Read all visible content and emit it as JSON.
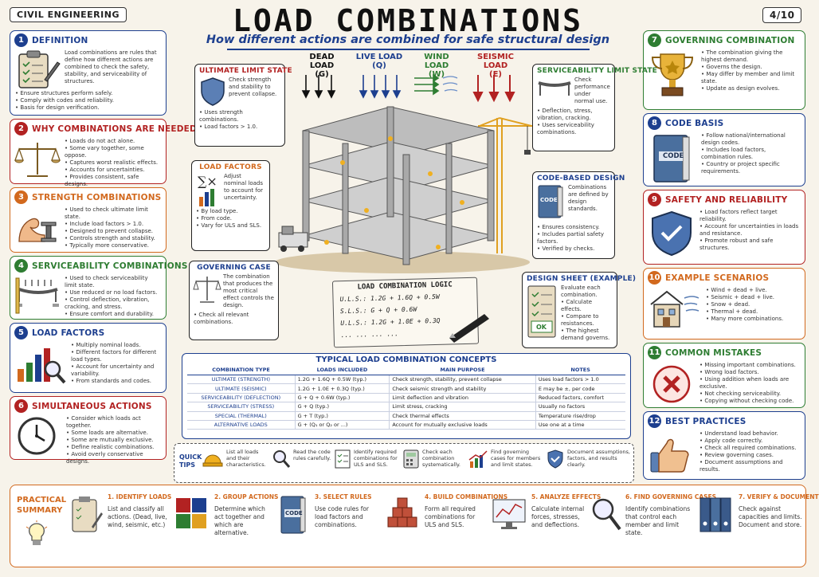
{
  "header": {
    "tag": "CIVIL ENGINEERING",
    "title": "LOAD COMBINATIONS",
    "subtitle": "How different actions are combined for safe structural design",
    "page": "4/10"
  },
  "colors": {
    "blue": "#1d3f8f",
    "red": "#b22222",
    "orange": "#d2691e",
    "green": "#2e7d32"
  },
  "left": [
    {
      "num": "1",
      "title": "DEFINITION",
      "icon": "clipboard-icon",
      "desc": "Load combinations are rules that define how different actions are combined to check the safety, stability, and serviceability of structures.",
      "items": [
        "Ensure structures perform safely.",
        "Comply with codes and reliability.",
        "Basis for design verification."
      ]
    },
    {
      "num": "2",
      "title": "WHY COMBINATIONS ARE NEEDED",
      "icon": "balance-scale-icon",
      "items": [
        "Loads do not act alone.",
        "Some vary together, some oppose.",
        "Captures worst realistic effects.",
        "Accounts for uncertainties.",
        "Provides consistent, safe designs."
      ]
    },
    {
      "num": "3",
      "title": "STRENGTH COMBINATIONS",
      "icon": "strong-arm-icon",
      "items": [
        "Used to check ultimate limit state.",
        "Include load factors > 1.0.",
        "Designed to prevent collapse.",
        "Controls strength and stability.",
        "Typically more conservative."
      ]
    },
    {
      "num": "4",
      "title": "SERVICEABILITY COMBINATIONS",
      "icon": "beam-deflection-icon",
      "items": [
        "Used to check serviceability limit state.",
        "Use reduced or no load factors.",
        "Control deflection, vibration, cracking, and stress.",
        "Ensure comfort and durability."
      ]
    },
    {
      "num": "5",
      "title": "LOAD FACTORS",
      "icon": "bar-chart-magnifier-icon",
      "items": [
        "Multiply nominal loads.",
        "Different factors for different load types.",
        "Account for uncertainty and variability.",
        "From standards and codes."
      ]
    },
    {
      "num": "6",
      "title": "SIMULTANEOUS ACTIONS",
      "icon": "clock-icon",
      "items": [
        "Consider which loads act together.",
        "Some loads are alternative.",
        "Some are mutually exclusive.",
        "Define realistic combinations.",
        "Avoid overly conservative designs."
      ]
    }
  ],
  "right": [
    {
      "num": "7",
      "title": "GOVERNING COMBINATION",
      "icon": "trophy-icon",
      "items": [
        "The combination giving the highest demand.",
        "Governs the design.",
        "May differ by member and limit state.",
        "Update as design evolves."
      ]
    },
    {
      "num": "8",
      "title": "CODE BASIS",
      "icon": "code-book-icon",
      "book": "CODE",
      "items": [
        "Follow national/international design codes.",
        "Includes load factors, combination rules.",
        "Country or project specific requirements."
      ]
    },
    {
      "num": "9",
      "title": "SAFETY AND RELIABILITY",
      "icon": "shield-check-icon",
      "items": [
        "Load factors reflect target reliability.",
        "Account for uncertainties in loads and resistance.",
        "Promote robust and safe structures."
      ]
    },
    {
      "num": "10",
      "title": "EXAMPLE SCENARIOS",
      "icon": "house-wind-icon",
      "items": [
        "Wind + dead + live.",
        "Seismic + dead + live.",
        "Snow + dead.",
        "Thermal + dead.",
        "Many more combinations."
      ]
    },
    {
      "num": "11",
      "title": "COMMON MISTAKES",
      "icon": "x-mark-icon",
      "items": [
        "Missing important combinations.",
        "Wrong load factors.",
        "Using addition when loads are exclusive.",
        "Not checking serviceability.",
        "Copying without checking code."
      ]
    },
    {
      "num": "12",
      "title": "BEST PRACTICES",
      "icon": "thumbs-up-icon",
      "items": [
        "Understand load behavior.",
        "Apply code correctly.",
        "Check all required combinations.",
        "Review governing cases.",
        "Document assumptions and results."
      ]
    }
  ],
  "loads": [
    {
      "name": "DEAD LOAD",
      "sym": "(G)"
    },
    {
      "name": "LIVE LOAD",
      "sym": "(Q)"
    },
    {
      "name": "WIND LOAD",
      "sym": "(W)"
    },
    {
      "name": "SEISMIC LOAD",
      "sym": "(E)"
    }
  ],
  "callouts": {
    "uls": {
      "title": "ULTIMATE LIMIT STATE",
      "desc": "Check strength and stability to prevent collapse.",
      "items": [
        "Uses strength combinations.",
        "Load factors > 1.0."
      ]
    },
    "lf": {
      "title": "LOAD FACTORS",
      "desc": "Adjust nominal loads to account for uncertainty.",
      "items": [
        "By load type.",
        "From code.",
        "Vary for ULS and SLS."
      ]
    },
    "gc": {
      "title": "GOVERNING CASE",
      "desc": "The combination that produces the most critical effect controls the design.",
      "items": [
        "Check all relevant combinations."
      ]
    },
    "sls": {
      "title": "SERVICEABILITY LIMIT STATE",
      "desc": "Check performance under normal use.",
      "items": [
        "Deflection, stress, vibration, cracking.",
        "Uses serviceability combinations."
      ]
    },
    "cbd": {
      "title": "CODE-BASED DESIGN",
      "book": "CODE",
      "desc": "Combinations are defined by design standards.",
      "items": [
        "Ensures consistency.",
        "Includes partial safety factors.",
        "Verified by checks."
      ]
    },
    "ds": {
      "title": "DESIGN SHEET (EXAMPLE)",
      "ok": "OK",
      "desc": "Evaluate each combination.",
      "items": [
        "Calculate effects.",
        "Compare to resistances.",
        "The highest demand governs."
      ]
    }
  },
  "logic": {
    "title": "LOAD COMBINATION LOGIC",
    "rows": [
      "U.L.S.: 1.2G + 1.6Q + 0.5W",
      "S.L.S.:  G + Q + 0.6W",
      "U.L.S.: 1.2G + 1.0E + 0.3Q",
      "...    ...    ...    ..."
    ]
  },
  "table": {
    "title": "TYPICAL LOAD COMBINATION CONCEPTS",
    "headers": [
      "COMBINATION TYPE",
      "LOADS INCLUDED",
      "MAIN PURPOSE",
      "NOTES"
    ],
    "rows": [
      [
        "ULTIMATE (STRENGTH)",
        "1.2G + 1.6Q + 0.5W   (typ.)",
        "Check strength, stability, prevent collapse",
        "Uses load factors > 1.0"
      ],
      [
        "ULTIMATE (SEISMIC)",
        "1.2G + 1.0E + 0.3Q   (typ.)",
        "Check seismic strength and stability",
        "E may be ±, per code"
      ],
      [
        "SERVICEABILITY (DEFLECTION)",
        "G + Q + 0.6W   (typ.)",
        "Limit deflection and vibration",
        "Reduced factors, comfort"
      ],
      [
        "SERVICEABILITY (STRESS)",
        "G + Q   (typ.)",
        "Limit stress, cracking",
        "Usually no factors"
      ],
      [
        "SPECIAL (THERMAL)",
        "G + T   (typ.)",
        "Check thermal effects",
        "Temperature rise/drop"
      ],
      [
        "ALTERNATIVE LOADS",
        "G + (Q₁ or Q₂ or ...)",
        "Account for mutually exclusive loads",
        "Use one at a time"
      ]
    ]
  },
  "tips": {
    "label": "QUICK TIPS",
    "items": [
      {
        "icon": "hard-hat-icon",
        "text": "List all loads and their characteristics."
      },
      {
        "icon": "magnifier-icon",
        "text": "Read the code rules carefully."
      },
      {
        "icon": "checklist-icon",
        "text": "Identify required combinations for ULS and SLS."
      },
      {
        "icon": "calculator-icon",
        "text": "Check each combination systematically."
      },
      {
        "icon": "rising-chart-icon",
        "text": "Find governing cases for members and limit states."
      },
      {
        "icon": "shield-check-icon",
        "text": "Document assumptions, factors, and results clearly."
      }
    ]
  },
  "summary": {
    "label": "PRACTICAL SUMMARY",
    "steps": [
      {
        "icon": "clipboard-icon",
        "title": "1. IDENTIFY LOADS",
        "desc": "List and classify all actions. (Dead, live, wind, seismic, etc.)"
      },
      {
        "icon": "puzzle-icon",
        "title": "2. GROUP ACTIONS",
        "desc": "Determine which act together and which are alternative."
      },
      {
        "icon": "code-book-icon",
        "book": "CODE",
        "title": "3. SELECT RULES",
        "desc": "Use code rules for load factors and combinations."
      },
      {
        "icon": "blocks-icon",
        "title": "4. BUILD COMBINATIONS",
        "desc": "Form all required combinations for ULS and SLS."
      },
      {
        "icon": "monitor-chart-icon",
        "title": "5. ANALYZE EFFECTS",
        "desc": "Calculate internal forces, stresses, and deflections."
      },
      {
        "icon": "magnifier-icon",
        "title": "6. FIND GOVERNING CASES",
        "desc": "Identify combinations that control each member and limit state."
      },
      {
        "icon": "binders-icon",
        "title": "7. VERIFY & DOCUMENT",
        "desc": "Check against capacities and limits. Document and store."
      }
    ]
  }
}
